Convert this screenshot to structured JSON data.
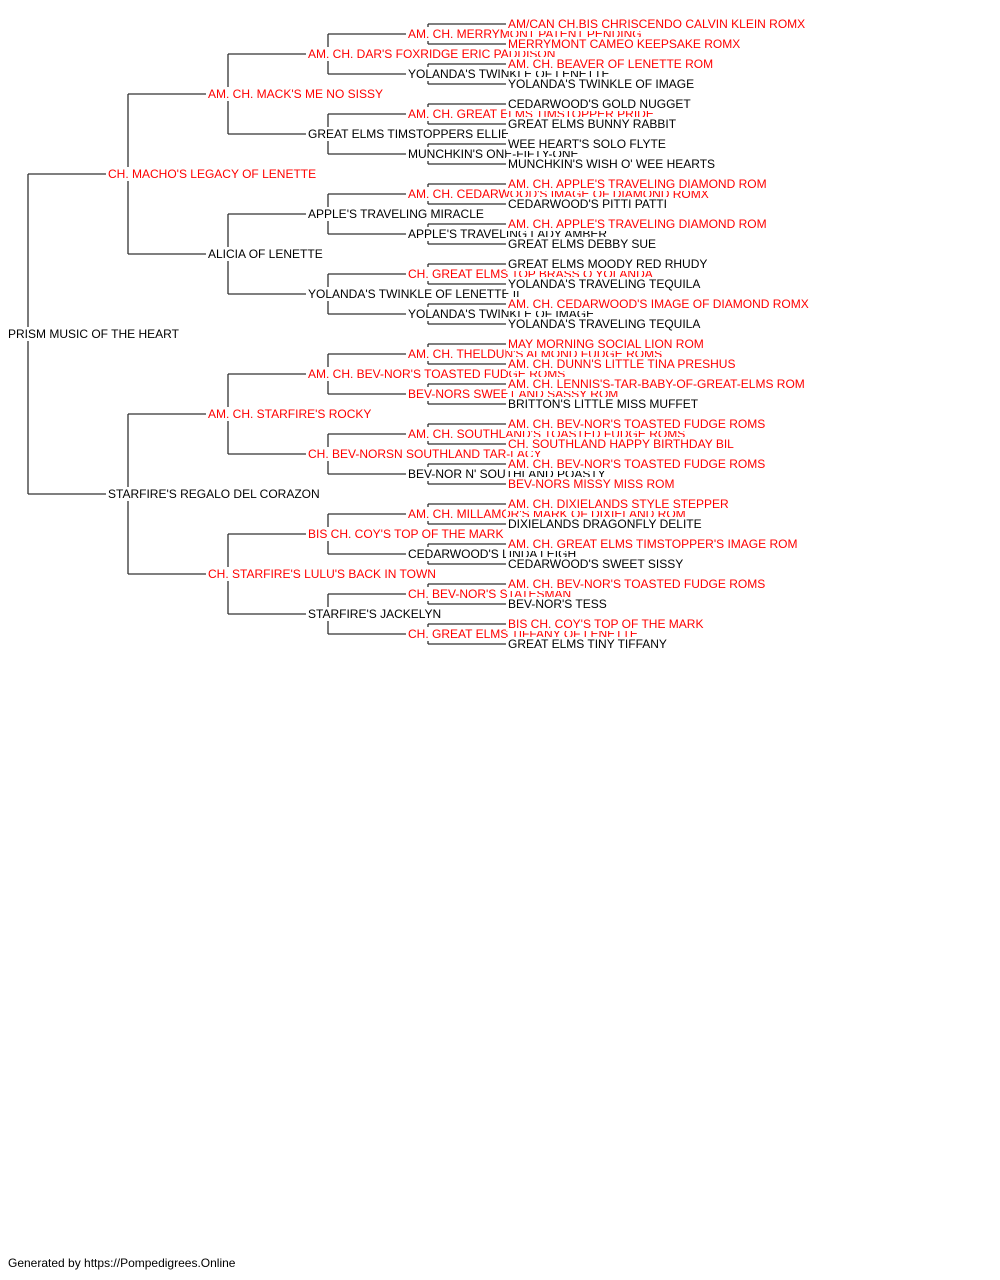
{
  "colors": {
    "champion": "#ff0000",
    "regular": "#000000",
    "line": "#333333"
  },
  "pedigree": {
    "name": "PRISM MUSIC OF THE HEART",
    "champion": false,
    "sire": {
      "name": "CH. MACHO'S LEGACY OF LENETTE",
      "champion": true,
      "sire": {
        "name": "AM. CH. MACK'S ME NO SISSY",
        "champion": true,
        "sire": {
          "name": "AM. CH. DAR'S FOXRIDGE ERIC PADDISON",
          "champion": true,
          "sire": {
            "name": "AM. CH. MERRYMONT PATENT PENDING",
            "champion": true,
            "sire": {
              "name": "AM/CAN CH.BIS CHRISCENDO CALVIN KLEIN ROMX",
              "champion": true
            },
            "dam": {
              "name": "MERRYMONT CAMEO KEEPSAKE ROMX",
              "champion": true
            }
          },
          "dam": {
            "name": "YOLANDA'S TWINKLE OF LENETTE",
            "champion": false,
            "sire": {
              "name": "AM. CH. BEAVER OF LENETTE ROM",
              "champion": true
            },
            "dam": {
              "name": "YOLANDA'S TWINKLE OF IMAGE",
              "champion": false
            }
          }
        },
        "dam": {
          "name": "GREAT ELMS TIMSTOPPERS ELLIE",
          "champion": false,
          "sire": {
            "name": "AM. CH. GREAT ELMS TIMSTOPPER PRIDE",
            "champion": true,
            "sire": {
              "name": "CEDARWOOD'S GOLD NUGGET",
              "champion": false
            },
            "dam": {
              "name": "GREAT ELMS BUNNY RABBIT",
              "champion": false
            }
          },
          "dam": {
            "name": "MUNCHKIN'S ONE-FIFTY-ONE",
            "champion": false,
            "sire": {
              "name": "WEE HEART'S SOLO FLYTE",
              "champion": false
            },
            "dam": {
              "name": "MUNCHKIN'S WISH O' WEE HEARTS",
              "champion": false
            }
          }
        }
      },
      "dam": {
        "name": "ALICIA OF LENETTE",
        "champion": false,
        "sire": {
          "name": "APPLE'S TRAVELING MIRACLE",
          "champion": false,
          "sire": {
            "name": "AM. CH. CEDARWOOD'S IMAGE OF DIAMOND ROMX",
            "champion": true,
            "sire": {
              "name": "AM. CH. APPLE'S TRAVELING DIAMOND ROM",
              "champion": true
            },
            "dam": {
              "name": "CEDARWOOD'S PITTI PATTI",
              "champion": false
            }
          },
          "dam": {
            "name": "APPLE'S TRAVELING LADY AMBER",
            "champion": false,
            "sire": {
              "name": "AM. CH. APPLE'S TRAVELING DIAMOND ROM",
              "champion": true
            },
            "dam": {
              "name": "GREAT ELMS DEBBY SUE",
              "champion": false
            }
          }
        },
        "dam": {
          "name": "YOLANDA'S TWINKLE OF LENETTE II",
          "champion": false,
          "sire": {
            "name": "CH. GREAT ELMS TOP BRASS O YOLANDA",
            "champion": true,
            "sire": {
              "name": "GREAT ELMS MOODY RED RHUDY",
              "champion": false
            },
            "dam": {
              "name": "YOLANDA'S TRAVELING TEQUILA",
              "champion": false
            }
          },
          "dam": {
            "name": "YOLANDA'S TWINKLE OF IMAGE",
            "champion": false,
            "sire": {
              "name": "AM. CH. CEDARWOOD'S IMAGE OF DIAMOND ROMX",
              "champion": true
            },
            "dam": {
              "name": "YOLANDA'S TRAVELING TEQUILA",
              "champion": false
            }
          }
        }
      }
    },
    "dam": {
      "name": "STARFIRE'S REGALO DEL CORAZON",
      "champion": false,
      "sire": {
        "name": "AM. CH. STARFIRE'S ROCKY",
        "champion": true,
        "sire": {
          "name": "AM. CH. BEV-NOR'S TOASTED FUDGE ROMS",
          "champion": true,
          "sire": {
            "name": "AM. CH. THELDUN'S ALMOND FUDGE ROMS",
            "champion": true,
            "sire": {
              "name": "MAY MORNING SOCIAL LION ROM",
              "champion": true
            },
            "dam": {
              "name": "AM. CH. DUNN'S LITTLE TINA PRESHUS",
              "champion": true
            }
          },
          "dam": {
            "name": "BEV-NORS SWEET AND SASSY ROM",
            "champion": true,
            "sire": {
              "name": "AM. CH. LENNIS'S-TAR-BABY-OF-GREAT-ELMS ROM",
              "champion": true
            },
            "dam": {
              "name": "BRITTON'S LITTLE MISS MUFFET",
              "champion": false
            }
          }
        },
        "dam": {
          "name": "CH. BEV-NORSN SOUTHLAND TAR-LACY",
          "champion": true,
          "sire": {
            "name": "AM. CH. SOUTHLAND'S TOASTED FUDGE ROMS",
            "champion": true,
            "sire": {
              "name": "AM. CH. BEV-NOR'S TOASTED FUDGE ROMS",
              "champion": true
            },
            "dam": {
              "name": "CH. SOUTHLAND HAPPY BIRTHDAY BIL",
              "champion": true
            }
          },
          "dam": {
            "name": "BEV-NOR N' SOUTHLAND POASTY",
            "champion": false,
            "sire": {
              "name": "AM. CH. BEV-NOR'S TOASTED FUDGE ROMS",
              "champion": true
            },
            "dam": {
              "name": "BEV-NORS MISSY MISS ROM",
              "champion": true
            }
          }
        }
      },
      "dam": {
        "name": "CH. STARFIRE'S LULU'S BACK IN TOWN",
        "champion": true,
        "sire": {
          "name": "BIS CH. COY'S TOP OF THE MARK",
          "champion": true,
          "sire": {
            "name": "AM. CH. MILLAMOR'S MARK OF DIXIELAND ROM",
            "champion": true,
            "sire": {
              "name": "AM. CH. DIXIELANDS STYLE STEPPER",
              "champion": true
            },
            "dam": {
              "name": "DIXIELANDS DRAGONFLY DELITE",
              "champion": false
            }
          },
          "dam": {
            "name": "CEDARWOOD'S LINDA LEIGH",
            "champion": false,
            "sire": {
              "name": "AM. CH. GREAT ELMS TIMSTOPPER'S IMAGE ROM",
              "champion": true
            },
            "dam": {
              "name": "CEDARWOOD'S SWEET SISSY",
              "champion": false
            }
          }
        },
        "dam": {
          "name": "STARFIRE'S JACKELYN",
          "champion": false,
          "sire": {
            "name": "CH. BEV-NOR'S STATESMAN",
            "champion": true,
            "sire": {
              "name": "AM. CH. BEV-NOR'S TOASTED FUDGE ROMS",
              "champion": true
            },
            "dam": {
              "name": "BEV-NOR'S TESS",
              "champion": false
            }
          },
          "dam": {
            "name": "CH. GREAT ELMS TIFFANY OF LENETTE",
            "champion": true,
            "sire": {
              "name": "BIS CH. COY'S TOP OF THE MARK",
              "champion": true
            },
            "dam": {
              "name": "GREAT ELMS TINY TIFFANY",
              "champion": false
            }
          }
        }
      }
    }
  },
  "footer": "Generated by https://Pompedigrees.Online"
}
